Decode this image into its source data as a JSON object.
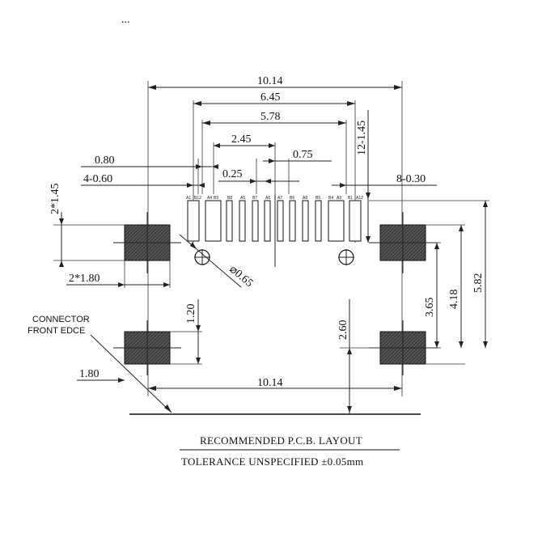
{
  "header_text": "...",
  "dimensions": {
    "overall_top": "10.14",
    "inner_width": "6.45",
    "pin_span": "5.78",
    "span_245": "2.45",
    "pitch_075": "0.75",
    "pitch_080": "0.80",
    "pad_060": "4-0.60",
    "gap_025": "0.25",
    "pad_030": "8-0.30",
    "right_145": "12-1.45",
    "left_2x145": "2*1.45",
    "left_2x180": "2*1.80",
    "hole_dia": "⌀0.65",
    "h_120": "1.20",
    "h_260": "2.60",
    "h_365": "3.65",
    "h_418": "4.18",
    "h_582": "5.82",
    "bottom_180": "1.80",
    "overall_bottom": "10.14"
  },
  "pin_labels": [
    "A1",
    "B12",
    "A4",
    "B9",
    "B8",
    "A5",
    "B7",
    "A6",
    "A7",
    "B6",
    "A8",
    "B5",
    "B4",
    "A9",
    "B1",
    "A12"
  ],
  "connector_label": [
    "CONNECTOR",
    "FRONT EDCE"
  ],
  "caption": {
    "title": "RECOMMENDED  P.C.B.  LAYOUT",
    "tolerance": "TOLERANCE UNSPECIFIED ±0.05mm"
  }
}
